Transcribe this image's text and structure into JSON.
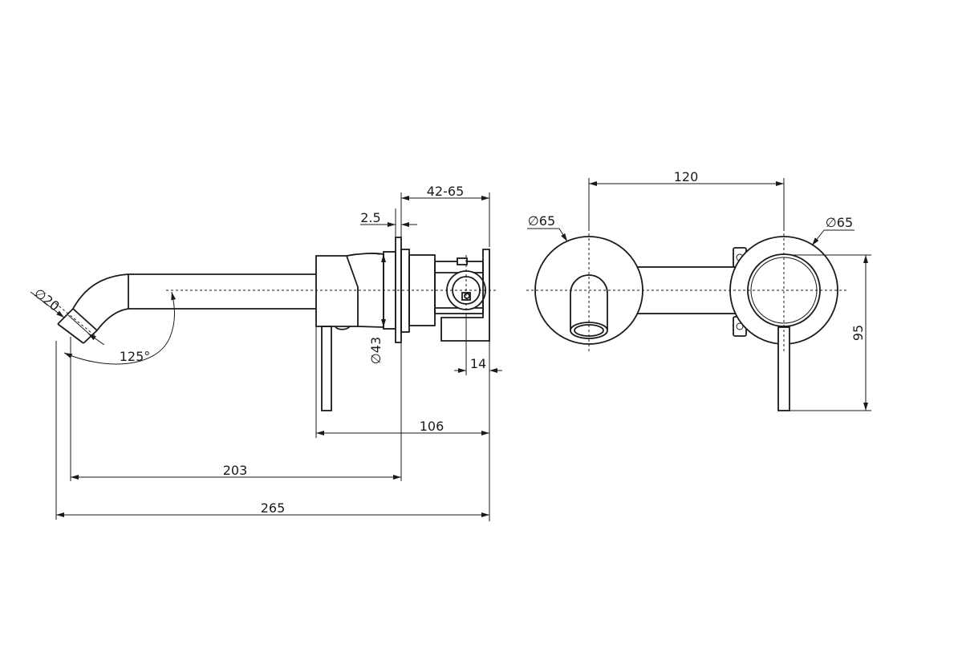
{
  "dimensions": {
    "d_spout": "∅20",
    "angle": "125°",
    "d_43": "∅43",
    "plate_thickness": "2.5",
    "wall_depth": "42-65",
    "valve_offset": "14",
    "d_106": "106",
    "d_203": "203",
    "d_265": "265",
    "centers": "120",
    "d_plate_left": "∅65",
    "d_plate_right": "∅65",
    "handle_height": "95"
  }
}
